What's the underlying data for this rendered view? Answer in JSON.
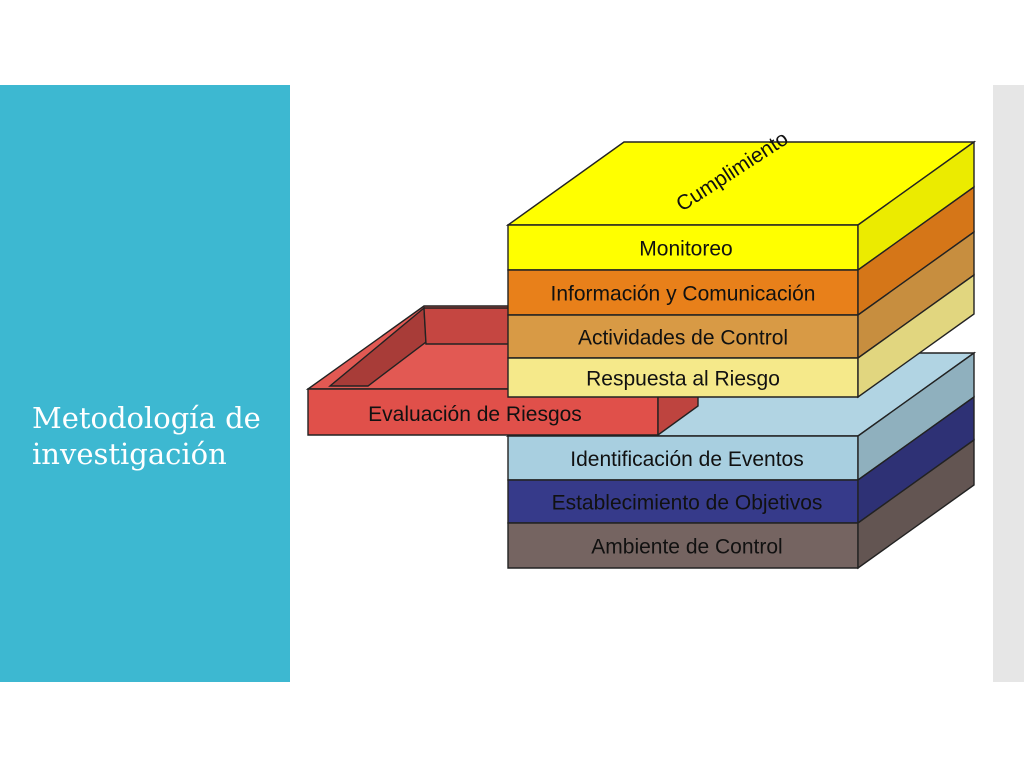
{
  "slide": {
    "title": "Metodología de investigación"
  },
  "diagram": {
    "top_face_label": "Cumplimiento",
    "side_layer": {
      "label": "Evaluación de Riesgos",
      "color": "#e0504a"
    },
    "upper_layers": [
      {
        "label": "Monitoreo",
        "color": "#ffff00"
      },
      {
        "label": "Información y Comunicación",
        "color": "#e8801a"
      },
      {
        "label": "Actividades de Control",
        "color": "#d89a45"
      },
      {
        "label": "Respuesta al Riesgo",
        "color": "#f5e98a"
      }
    ],
    "lower_layers": [
      {
        "label": "Identificación de Eventos",
        "color": "#a8cfe0"
      },
      {
        "label": "Establecimiento de Objetivos",
        "color": "#363a8a"
      },
      {
        "label": "Ambiente de Control",
        "color": "#756461"
      }
    ]
  },
  "colors": {
    "accent": "#3db8d1",
    "side_strip": "#e6e6e6"
  }
}
